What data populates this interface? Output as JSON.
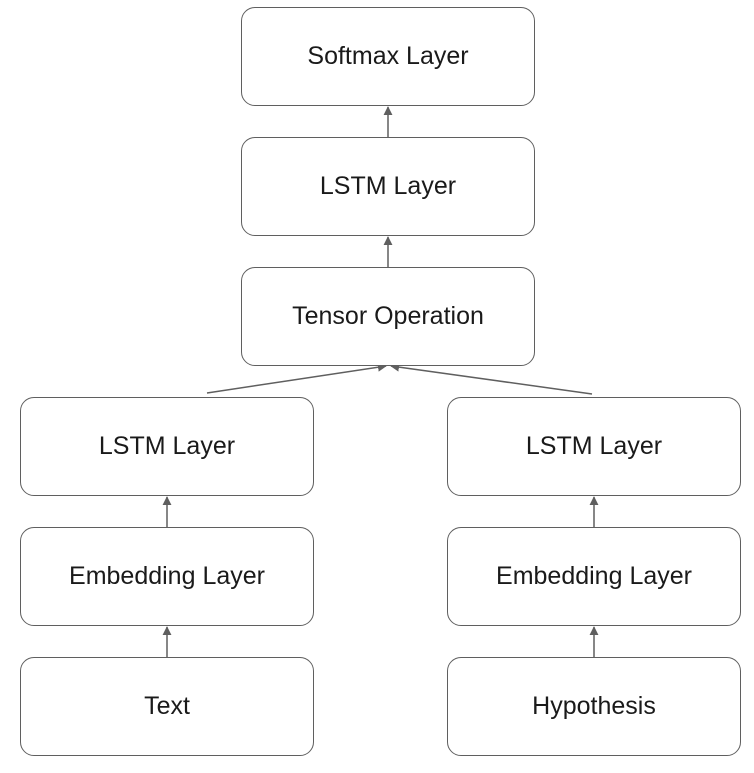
{
  "diagram": {
    "nodes": {
      "softmax": "Softmax Layer",
      "lstm_top": "LSTM Layer",
      "tensor_op": "Tensor Operation",
      "lstm_left": "LSTM Layer",
      "lstm_right": "LSTM Layer",
      "embed_left": "Embedding Layer",
      "embed_right": "Embedding Layer",
      "text_input": "Text",
      "hypothesis_input": "Hypothesis"
    },
    "edges": [
      {
        "from": "text_input",
        "to": "embed_left"
      },
      {
        "from": "embed_left",
        "to": "lstm_left"
      },
      {
        "from": "hypothesis_input",
        "to": "embed_right"
      },
      {
        "from": "embed_right",
        "to": "lstm_right"
      },
      {
        "from": "lstm_left",
        "to": "tensor_op"
      },
      {
        "from": "lstm_right",
        "to": "tensor_op"
      },
      {
        "from": "tensor_op",
        "to": "lstm_top"
      },
      {
        "from": "lstm_top",
        "to": "softmax"
      }
    ],
    "colors": {
      "edge": "#5f5f5f",
      "border": "#5f5f5f",
      "text": "#1a1a1a"
    }
  }
}
